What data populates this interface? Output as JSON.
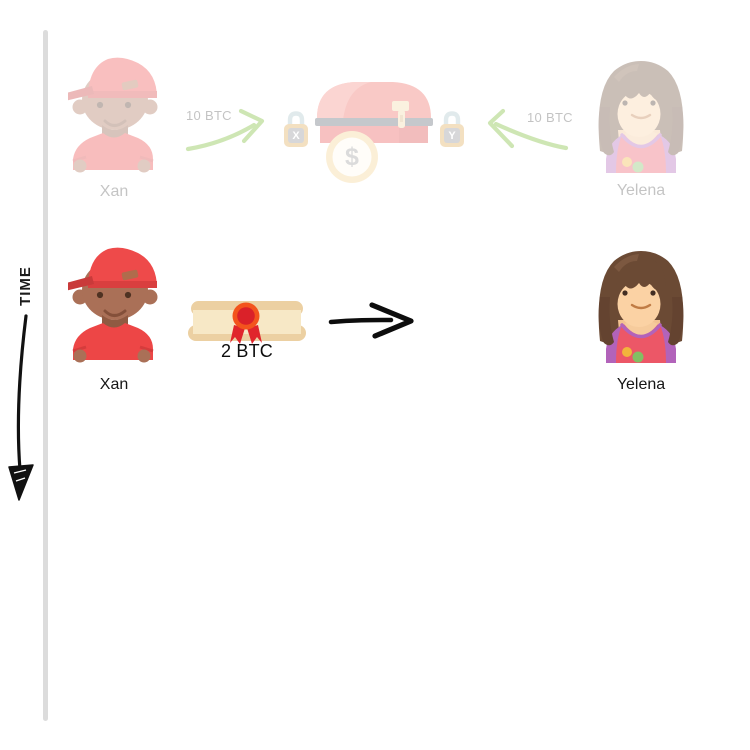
{
  "time_axis": {
    "label": "TIME"
  },
  "funding_row": {
    "sender": {
      "name": "Xan"
    },
    "receiver": {
      "name": "Yelena"
    },
    "sender_deposit": "10 BTC",
    "receiver_deposit": "10 BTC",
    "vault": {
      "coin_symbol": "$",
      "left_lock_letter": "X",
      "right_lock_letter": "Y"
    }
  },
  "payment_row": {
    "sender": {
      "name": "Xan"
    },
    "receiver": {
      "name": "Yelena"
    },
    "certificate_amount": "2 BTC"
  },
  "colors": {
    "timeline_gray": "#dcdcdc",
    "funding_arrow_green": "#76b82a",
    "payment_arrow_black": "#111111",
    "cap_red": "#ef4b4b",
    "seal_red": "#da2129",
    "lock_gold": "#e0ab55"
  }
}
